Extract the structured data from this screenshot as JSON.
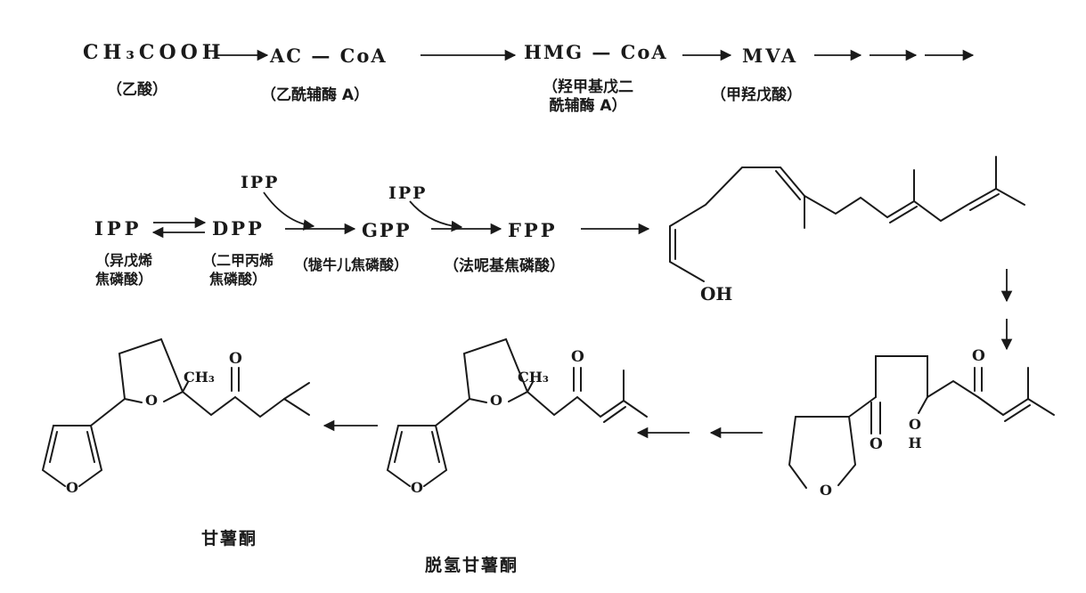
{
  "colors": {
    "ink": "#1a1a1a",
    "background": "#ffffff"
  },
  "top_row": {
    "acetic_acid": {
      "formula": "CH₃COOH",
      "name": "（乙酸）"
    },
    "acetyl_coa": {
      "formula": "AC — CoA",
      "name": "（乙酰辅酶 A）"
    },
    "hmg_coa": {
      "formula": "HMG — CoA",
      "name_line1": "（羟甲基戊二",
      "name_line2": "酰辅酶 A）"
    },
    "mva": {
      "formula": "MVA",
      "name": "（甲羟戊酸）"
    }
  },
  "middle_row": {
    "ipp": {
      "formula": "IPP",
      "name_line1": "（异戊烯",
      "name_line2": "焦磷酸）"
    },
    "dpp": {
      "formula": "DPP",
      "name_line1": "（二甲丙烯",
      "name_line2": "焦磷酸）"
    },
    "gpp": {
      "formula": "GPP",
      "name": "（牻牛儿焦磷酸）"
    },
    "fpp": {
      "formula": "FPP",
      "name": "（法呢基焦磷酸）"
    },
    "ipp_donor_1": "IPP",
    "ipp_donor_2": "IPP",
    "farnesol": {
      "hydroxyl": "OH"
    }
  },
  "bottom_row": {
    "intermediate": {
      "ring_oxygen": "O",
      "ketone_oxygen_1": "O",
      "hydroxyl_o": "O",
      "hydroxyl_h": "H",
      "ketone_oxygen_2": "O"
    },
    "dehydroipomeamarone": {
      "name": "脱氢甘薯酮",
      "methyl": "CH₃",
      "ketone_oxygen": "O",
      "thf_oxygen": "O",
      "furan_oxygen": "O"
    },
    "ipomeamarone": {
      "name": "甘薯酮",
      "methyl": "CH₃",
      "ketone_oxygen": "O",
      "thf_oxygen": "O",
      "furan_oxygen": "O"
    }
  }
}
